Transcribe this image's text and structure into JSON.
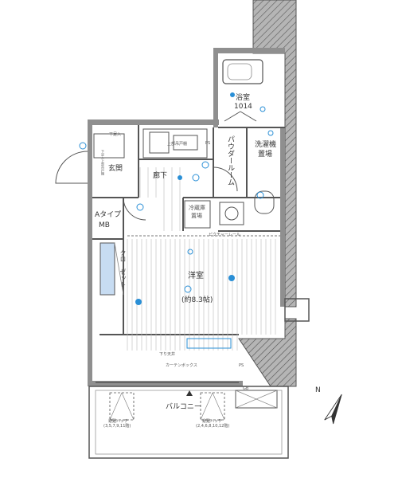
{
  "rooms": {
    "bathroom": {
      "name": "浴室",
      "size": "1014"
    },
    "laundry": {
      "name": "洗濯機",
      "sub": "置場"
    },
    "powder_room": "パウダールーム",
    "entrance": "玄関",
    "shoe_storage": "下足入",
    "shoe_note": "下足入上部吊戸棚",
    "mb_type": "Aタイプ",
    "mb": "MB",
    "hallway": "廊下",
    "fridge": {
      "name": "冷蔵庫",
      "sub": "置場"
    },
    "closet": "クローゼット",
    "western_room": {
      "name": "洋室",
      "size": "(約8.3帖)"
    },
    "balcony": "バルコニー"
  },
  "annotations": {
    "upper_cabinet": "上部吊戸棚",
    "picture_rail": "ピクチャーレール",
    "curtain_box": "カーテンボックス",
    "lower_beam": "下り天井",
    "ps1": "PS",
    "ps2": "PS",
    "hatch_left": {
      "name": "避難ハッチ",
      "floors": "(3,5,7,9,11階)"
    },
    "hatch_right": {
      "name": "避難ハッチ",
      "floors": "(2,4,6,8,10,12階)"
    },
    "compass": "N",
    "gb": "GB"
  },
  "colors": {
    "wall": "#8a8a8a",
    "hatch": "#666666",
    "line": "#444444",
    "accent": "#2a8fd6",
    "closet_fill": "#c7dcf2"
  }
}
